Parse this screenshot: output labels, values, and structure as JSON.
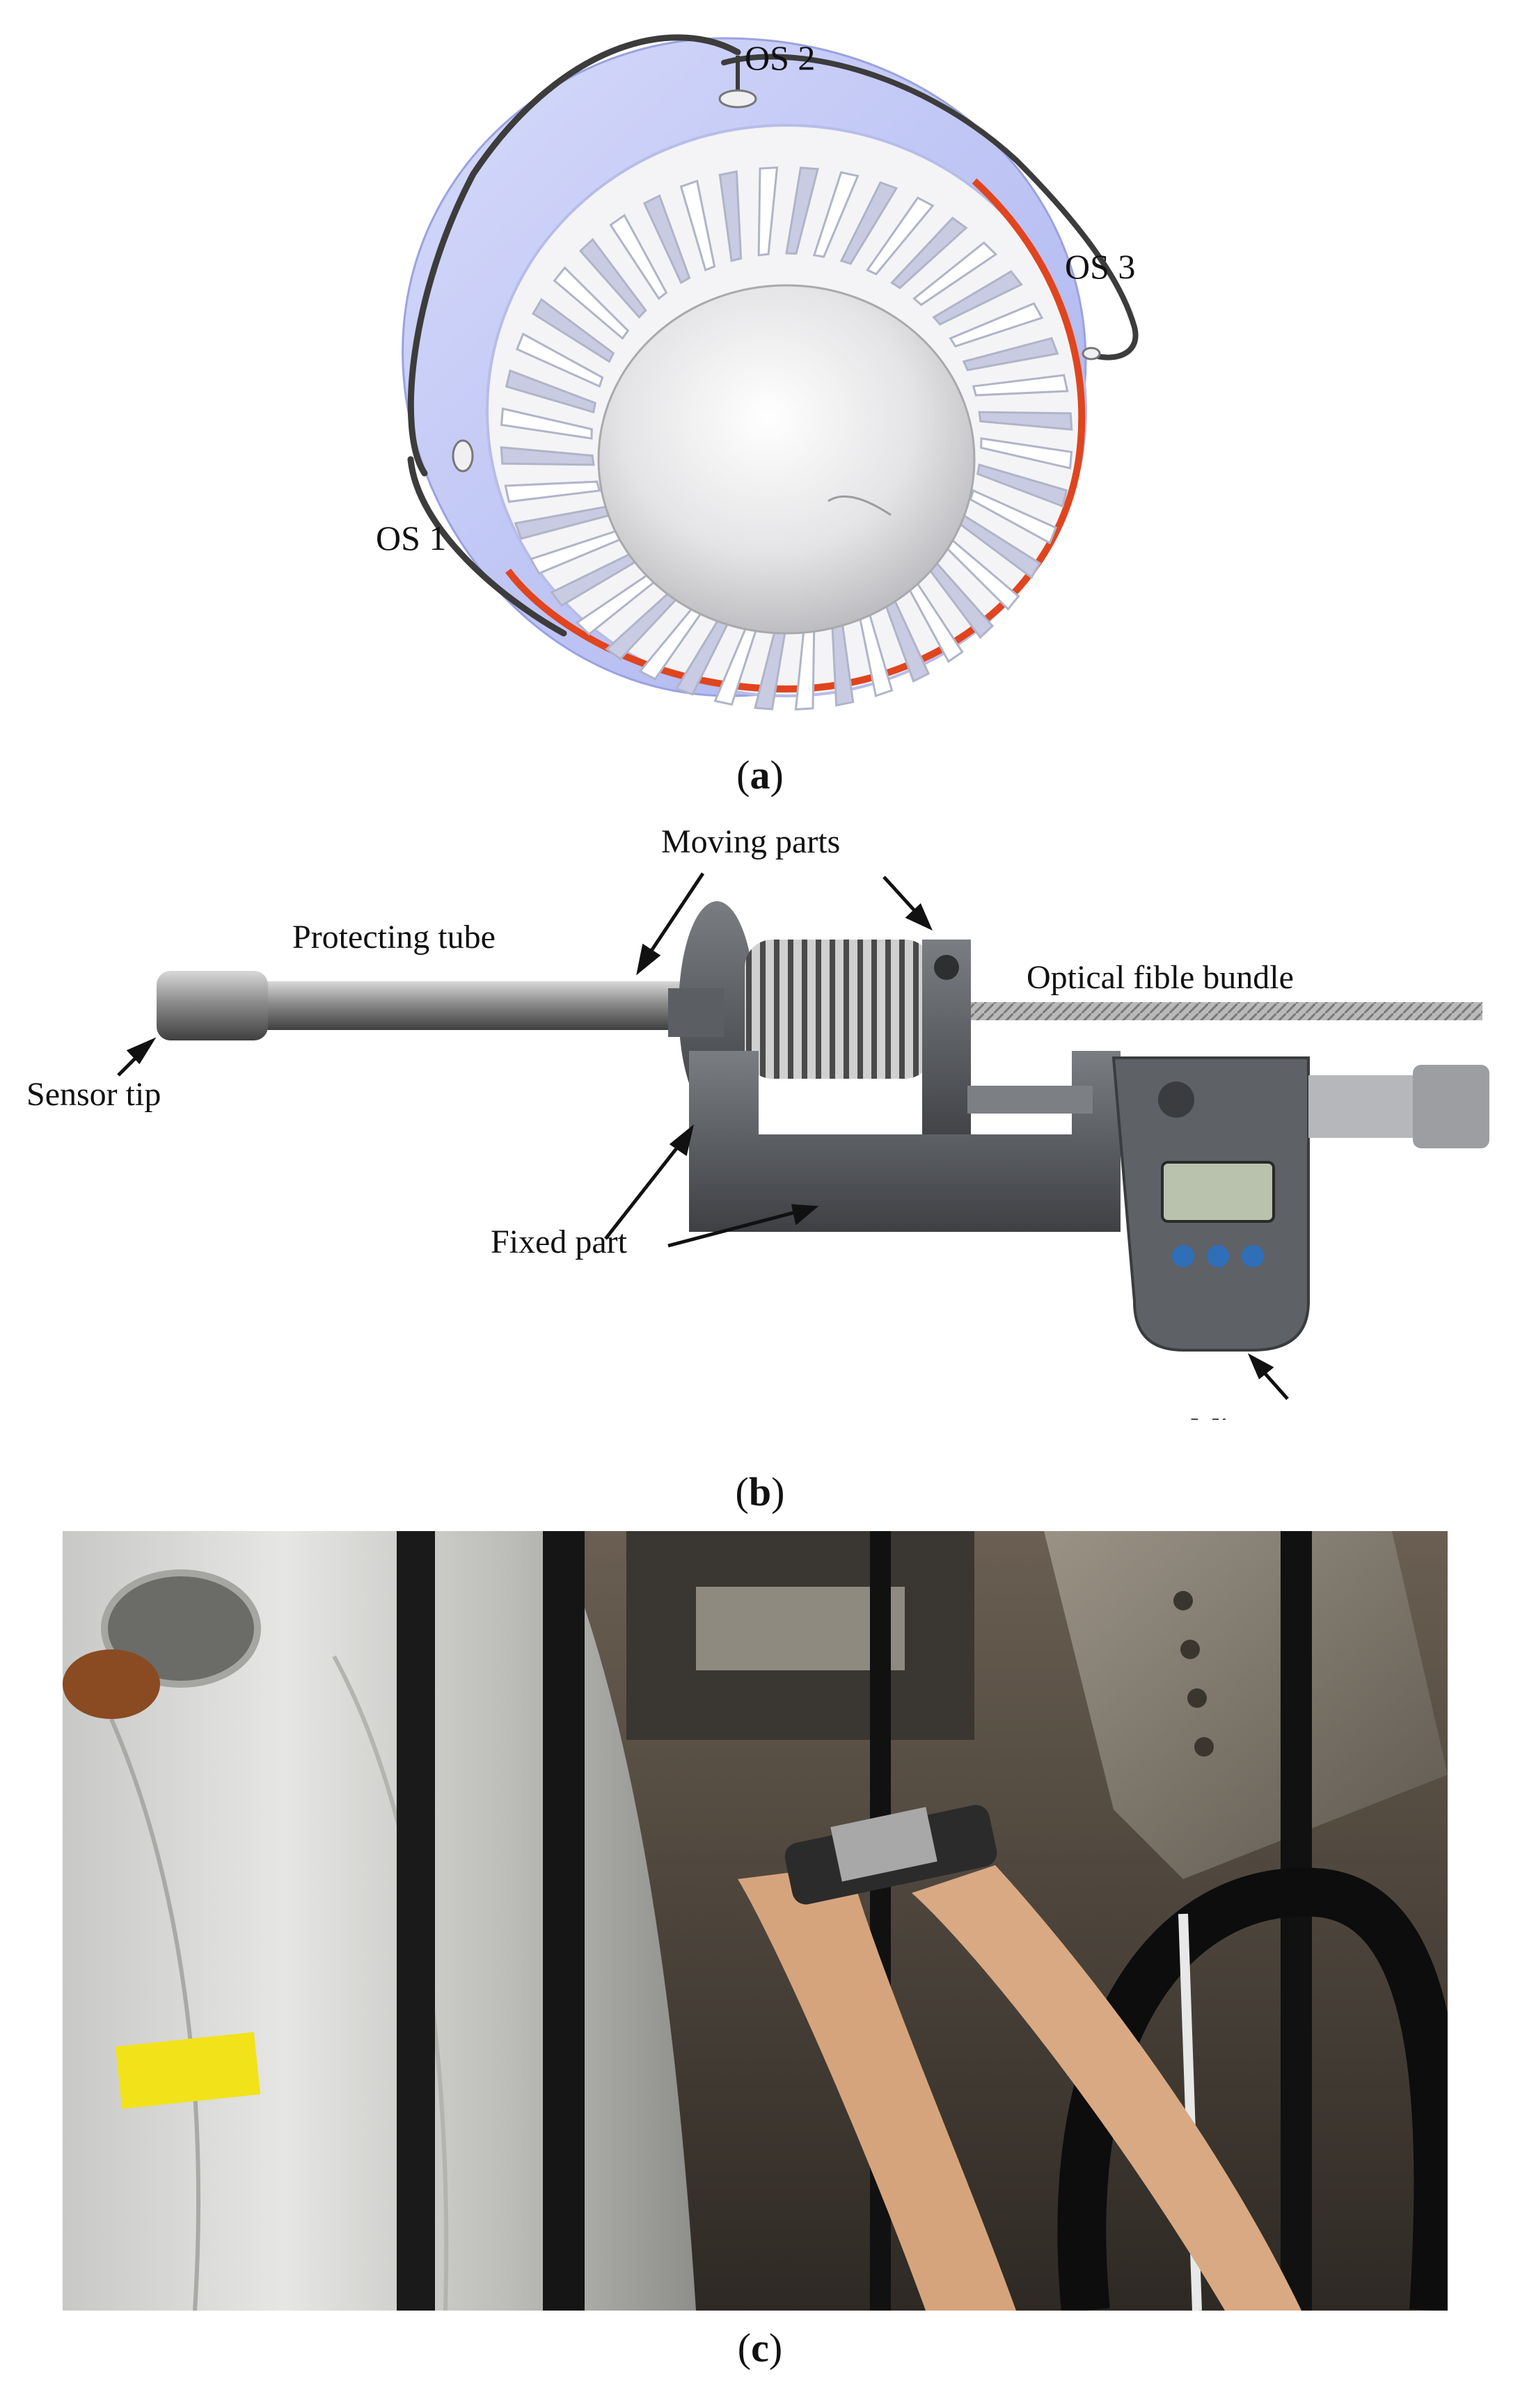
{
  "panel_a": {
    "labels": {
      "os1": "OS 1",
      "os2": "OS 2",
      "os3": "OS 3"
    },
    "caption_letter": "a",
    "colors": {
      "casing": "#c8cdf5",
      "rotor_edge": "#e0451f",
      "hub": "#e8e8ea",
      "cable": "#3c3c3c"
    }
  },
  "panel_b": {
    "labels": {
      "moving_parts": "Moving parts",
      "protecting_tube": "Protecting tube",
      "optical_bundle": "Optical fible bundle",
      "sensor_tip": "Sensor tip",
      "fixed_part": "Fixed part",
      "micrometre": "Micrometre"
    },
    "caption_letter": "b",
    "colors": {
      "body": "#5a5d62",
      "display": "#b9c2ad",
      "button": "#2f6fb8"
    }
  },
  "panel_c": {
    "caption_letter": "c",
    "colors": {
      "casing": "#d8d8d4",
      "tape": "#f2e21a",
      "cable": "#1a1a1a"
    }
  }
}
